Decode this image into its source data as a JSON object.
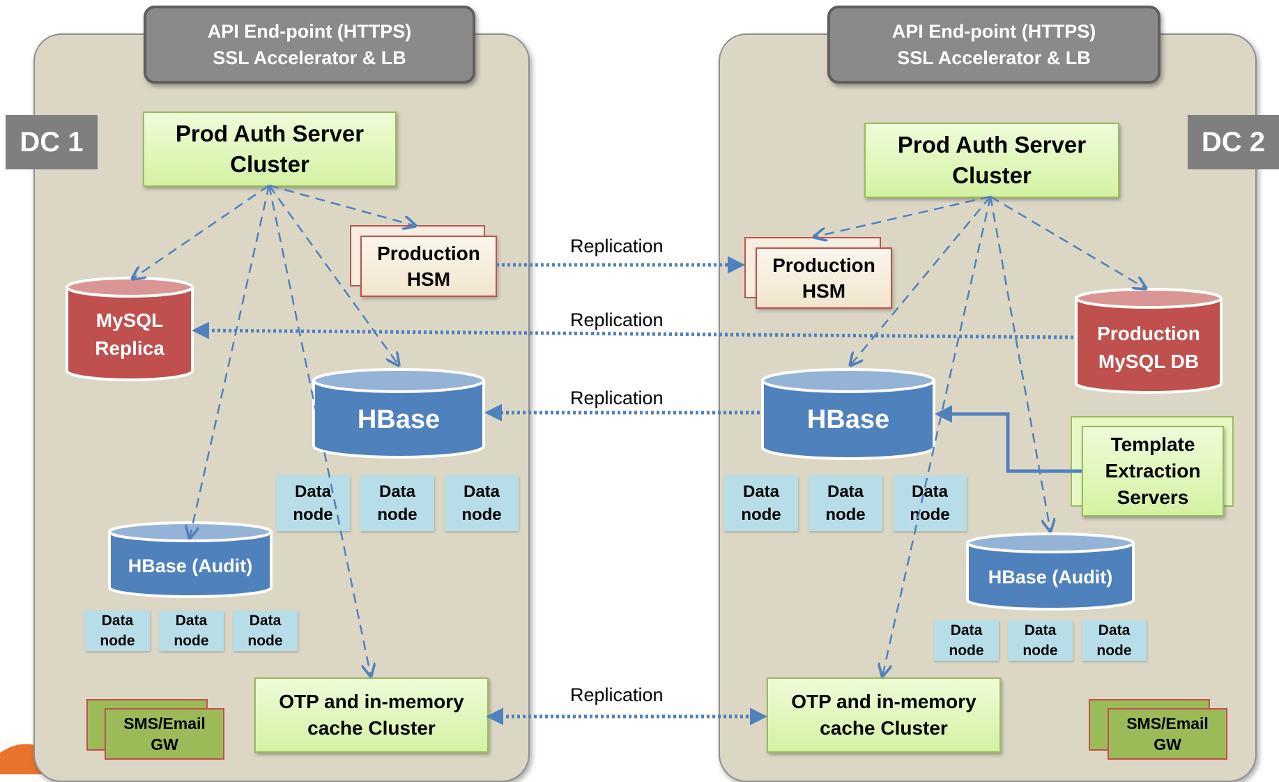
{
  "dc1": {
    "label": "DC 1",
    "api": {
      "line1": "API End-point (HTTPS)",
      "line2": "SSL Accelerator & LB"
    },
    "auth": {
      "line1": "Prod Auth  Server",
      "line2": "Cluster"
    },
    "hsm": {
      "line1": "Production",
      "line2": "HSM"
    },
    "mysql": {
      "line1": "MySQL",
      "line2": "Replica"
    },
    "hbase": {
      "label": "HBase",
      "nodes": [
        [
          "Data",
          "node"
        ],
        [
          "Data",
          "node"
        ],
        [
          "Data",
          "node"
        ]
      ]
    },
    "audit": {
      "label": "HBase (Audit)",
      "nodes": [
        [
          "Data",
          "node"
        ],
        [
          "Data",
          "node"
        ],
        [
          "Data",
          "node"
        ]
      ]
    },
    "otp": {
      "line1": "OTP and in-memory",
      "line2": "cache Cluster"
    },
    "sms": {
      "line1": "SMS/Email",
      "line2": "GW"
    }
  },
  "dc2": {
    "label": "DC 2",
    "api": {
      "line1": "API End-point (HTTPS)",
      "line2": "SSL Accelerator & LB"
    },
    "auth": {
      "line1": "Prod Auth  Server",
      "line2": "Cluster"
    },
    "hsm": {
      "line1": "Production",
      "line2": "HSM"
    },
    "mysql": {
      "line1": "Production",
      "line2": "MySQL DB"
    },
    "hbase": {
      "label": "HBase",
      "nodes": [
        [
          "Data",
          "node"
        ],
        [
          "Data",
          "node"
        ],
        [
          "Data",
          "node"
        ]
      ]
    },
    "audit": {
      "label": "HBase (Audit)",
      "nodes": [
        [
          "Data",
          "node"
        ],
        [
          "Data",
          "node"
        ],
        [
          "Data",
          "node"
        ]
      ]
    },
    "otp": {
      "line1": "OTP and in-memory",
      "line2": "cache Cluster"
    },
    "sms": {
      "line1": "SMS/Email",
      "line2": "GW"
    },
    "template": {
      "line1": "Template",
      "line2": "Extraction",
      "line3": "Servers"
    }
  },
  "replication": {
    "hsm": "Replication",
    "mysql": "Replication",
    "hbase": "Replication",
    "otp": "Replication"
  },
  "colors": {
    "panel": "#dcd7c5",
    "api_box": "#8a8a8a",
    "green_box": "#d4f2a3",
    "mysql_cylinder": "#c0504d",
    "hbase_cylinder": "#4f81bd",
    "data_node": "#b7dde8",
    "arrow": "#4f81bd"
  }
}
